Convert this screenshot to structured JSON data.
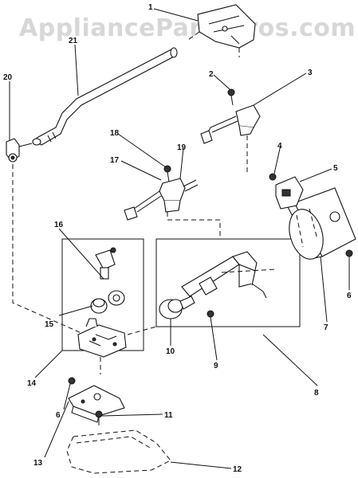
{
  "watermark": "AppliancePartsPros.com",
  "labels": {
    "l1": "1",
    "l2": "2",
    "l3": "3",
    "l4": "4",
    "l5": "5",
    "l6a": "6",
    "l6b": "6",
    "l7": "7",
    "l8": "8",
    "l9": "9",
    "l10": "10",
    "l11": "11",
    "l12": "12",
    "l13": "13",
    "l14": "14",
    "l15": "15",
    "l16": "16",
    "l17": "17",
    "l18": "18",
    "l19": "19",
    "l20": "20",
    "l21": "21"
  }
}
